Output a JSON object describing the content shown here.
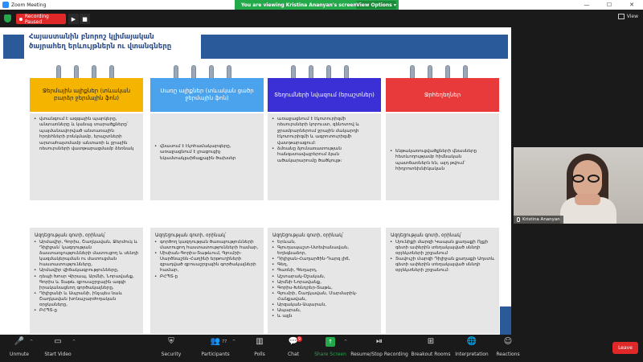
{
  "window": {
    "title": "Zoom Meeting",
    "controls": {
      "minimize": "—",
      "maximize": "☐",
      "close": "✕"
    }
  },
  "view_banner": {
    "text": "You are viewing Kristina Ananyan's screen",
    "options_label": "View Options ▾"
  },
  "top": {
    "recording_label": "Recording Paused",
    "resume_icon": "▶",
    "stop_icon": "■",
    "view_label": "View"
  },
  "slide": {
    "title_lines": [
      "Հայաստանին բնորոշ կլիմայական",
      "ծայրահեղ երևույթներն ու վտանգները"
    ],
    "lead": "Ազդեցության գոտի, օրինակ՝",
    "columns": [
      {
        "header": "Ջերմային ալիքներ (տևական բարձր ջերմային ֆոն)",
        "header_color": "#f5b400",
        "header_text_color": "#222222",
        "arrow_color": "#f5b400",
        "top_bullets": [
          "վտանգում է ազգային պարկերը, անտառները և կանաչ տարածքները՝ պայմանավորված անտառային հրդեհների բռնկմամբ, երաշտների արտահայտմամբ անտառի և ջրային ռեսուրսների վատթարացմամբ ձեռնակ"
        ],
        "bottom_bullets": [
          "Արմավիր, Գորիս, Շաղկավան, Ջերմուկ և Դիլիջան՝ կազդության ձաստառչությունների մատուցող և սենդի կազմակերպման ու մատուցման հաստատությունները,",
          "Արմավիր վիճակագրությունները,",
          "դեպի Խոսր Վիրապ, Արմնի, Նորավանք, Գորիս և Տաթև զբոսաշրջային ազգի իրականացնող գործակալները,",
          "Դիլիջանի և Ապրանի, ինչպես նաև Շաղկավան խոնաշարժողական օրջկաները,",
          "ԲՀՊՏ-ը"
        ]
      },
      {
        "header": "Սառը ալիքներ (տևական ցածր ջերմային ֆոն)",
        "header_color": "#4aa3ec",
        "header_text_color": "#ffffff",
        "arrow_color": "#4aa3ec",
        "top_bullets": [
          "վնասում է էկոհամակարգերը, առաջացնում է լրացուցիչ եկամտակլաիճաքային ծախսեր"
        ],
        "bottom_bullets": [
          "գործող կազդության ծառայությունների մատուցող հաստատությունների համար,",
          "Սիսիան-Գորիս-Տաթևում, Գյումրի-Սարծնաշեն-Հաղինի երթուղիների զբաղված զբոսաշրջային գործակալների համար,",
          "ԲՀՊՏ-ը"
        ]
      },
      {
        "header": "Տեղումների նվազում (երաշտներ)",
        "header_color": "#3b2fd6",
        "header_text_color": "#ffffff",
        "arrow_color": "#3b2fd6",
        "top_bullets": [
          "առաջացնում է էկոտուրիզմի ռեսուրսների կորուստ, զենոտով և ջրամբարներում ջրային մակարդի էկոտուրիզմի և ագրոտուրիզմի վատթարացում:",
          "ձմռանը ձյունառատության հանգստավայրերում ձյան ածակարարումը ծածկույթ:"
        ],
        "bottom_bullets": [
          "Երևան,",
          "Գյուղապաշտ-Ստեփանավան, Եղեգնաձոր,",
          "Դիլիջան-Հաղարծին-Դարզ լիճ,",
          "Գեղ,",
          "Գառնի, Գեղարդ,",
          "Աշտարակ-Օշական,",
          "Արմնի-Նորավանք,",
          "Գորիս-Խենդրեր-Տաթև,",
          "Գյումրի, Շաղկավան, Մարմարիկ-Հանքավան,",
          "Արզական-Ապարան,",
          "Ապարան,",
          "և այլն"
        ]
      },
      {
        "header": "Ջրհեղեղներ",
        "header_color": "#e83a3a",
        "header_text_color": "#ffffff",
        "arrow_color": "#e83a3a",
        "top_bullets": [
          "ենթակառուցվածքների վնասները հետևողությամբ հիմնական պատճառներն են, այդ թվում՝ հիդրոտեխնիկական"
        ],
        "bottom_bullets": [
          "Սյունիքի մարզի Կապան քաղաքի Ոչքի գետի ափերին տեղակայված սննդի օբյեկտների շրջանում",
          "Տավուշի մարզի Դիլիջան քաղաքի Աղստև գետի ափերին տեղակայված սննդի օբյեկտների շրջանում:"
        ]
      }
    ]
  },
  "participant": {
    "name": "Kristina Ananyan"
  },
  "toolbar": {
    "unmute": "Unmute",
    "start_video": "Start Video",
    "security": "Security",
    "participants": "Participants",
    "participants_count": "77",
    "polls": "Polls",
    "chat": "Chat",
    "chat_badge": "9",
    "share_screen": "Share Screen",
    "resume_stop_recording": "Resume/Stop Recording",
    "breakout_rooms": "Breakout Rooms",
    "interpretation": "Interpretation",
    "reactions": "Reactions",
    "leave": "Leave",
    "caret": "^"
  }
}
